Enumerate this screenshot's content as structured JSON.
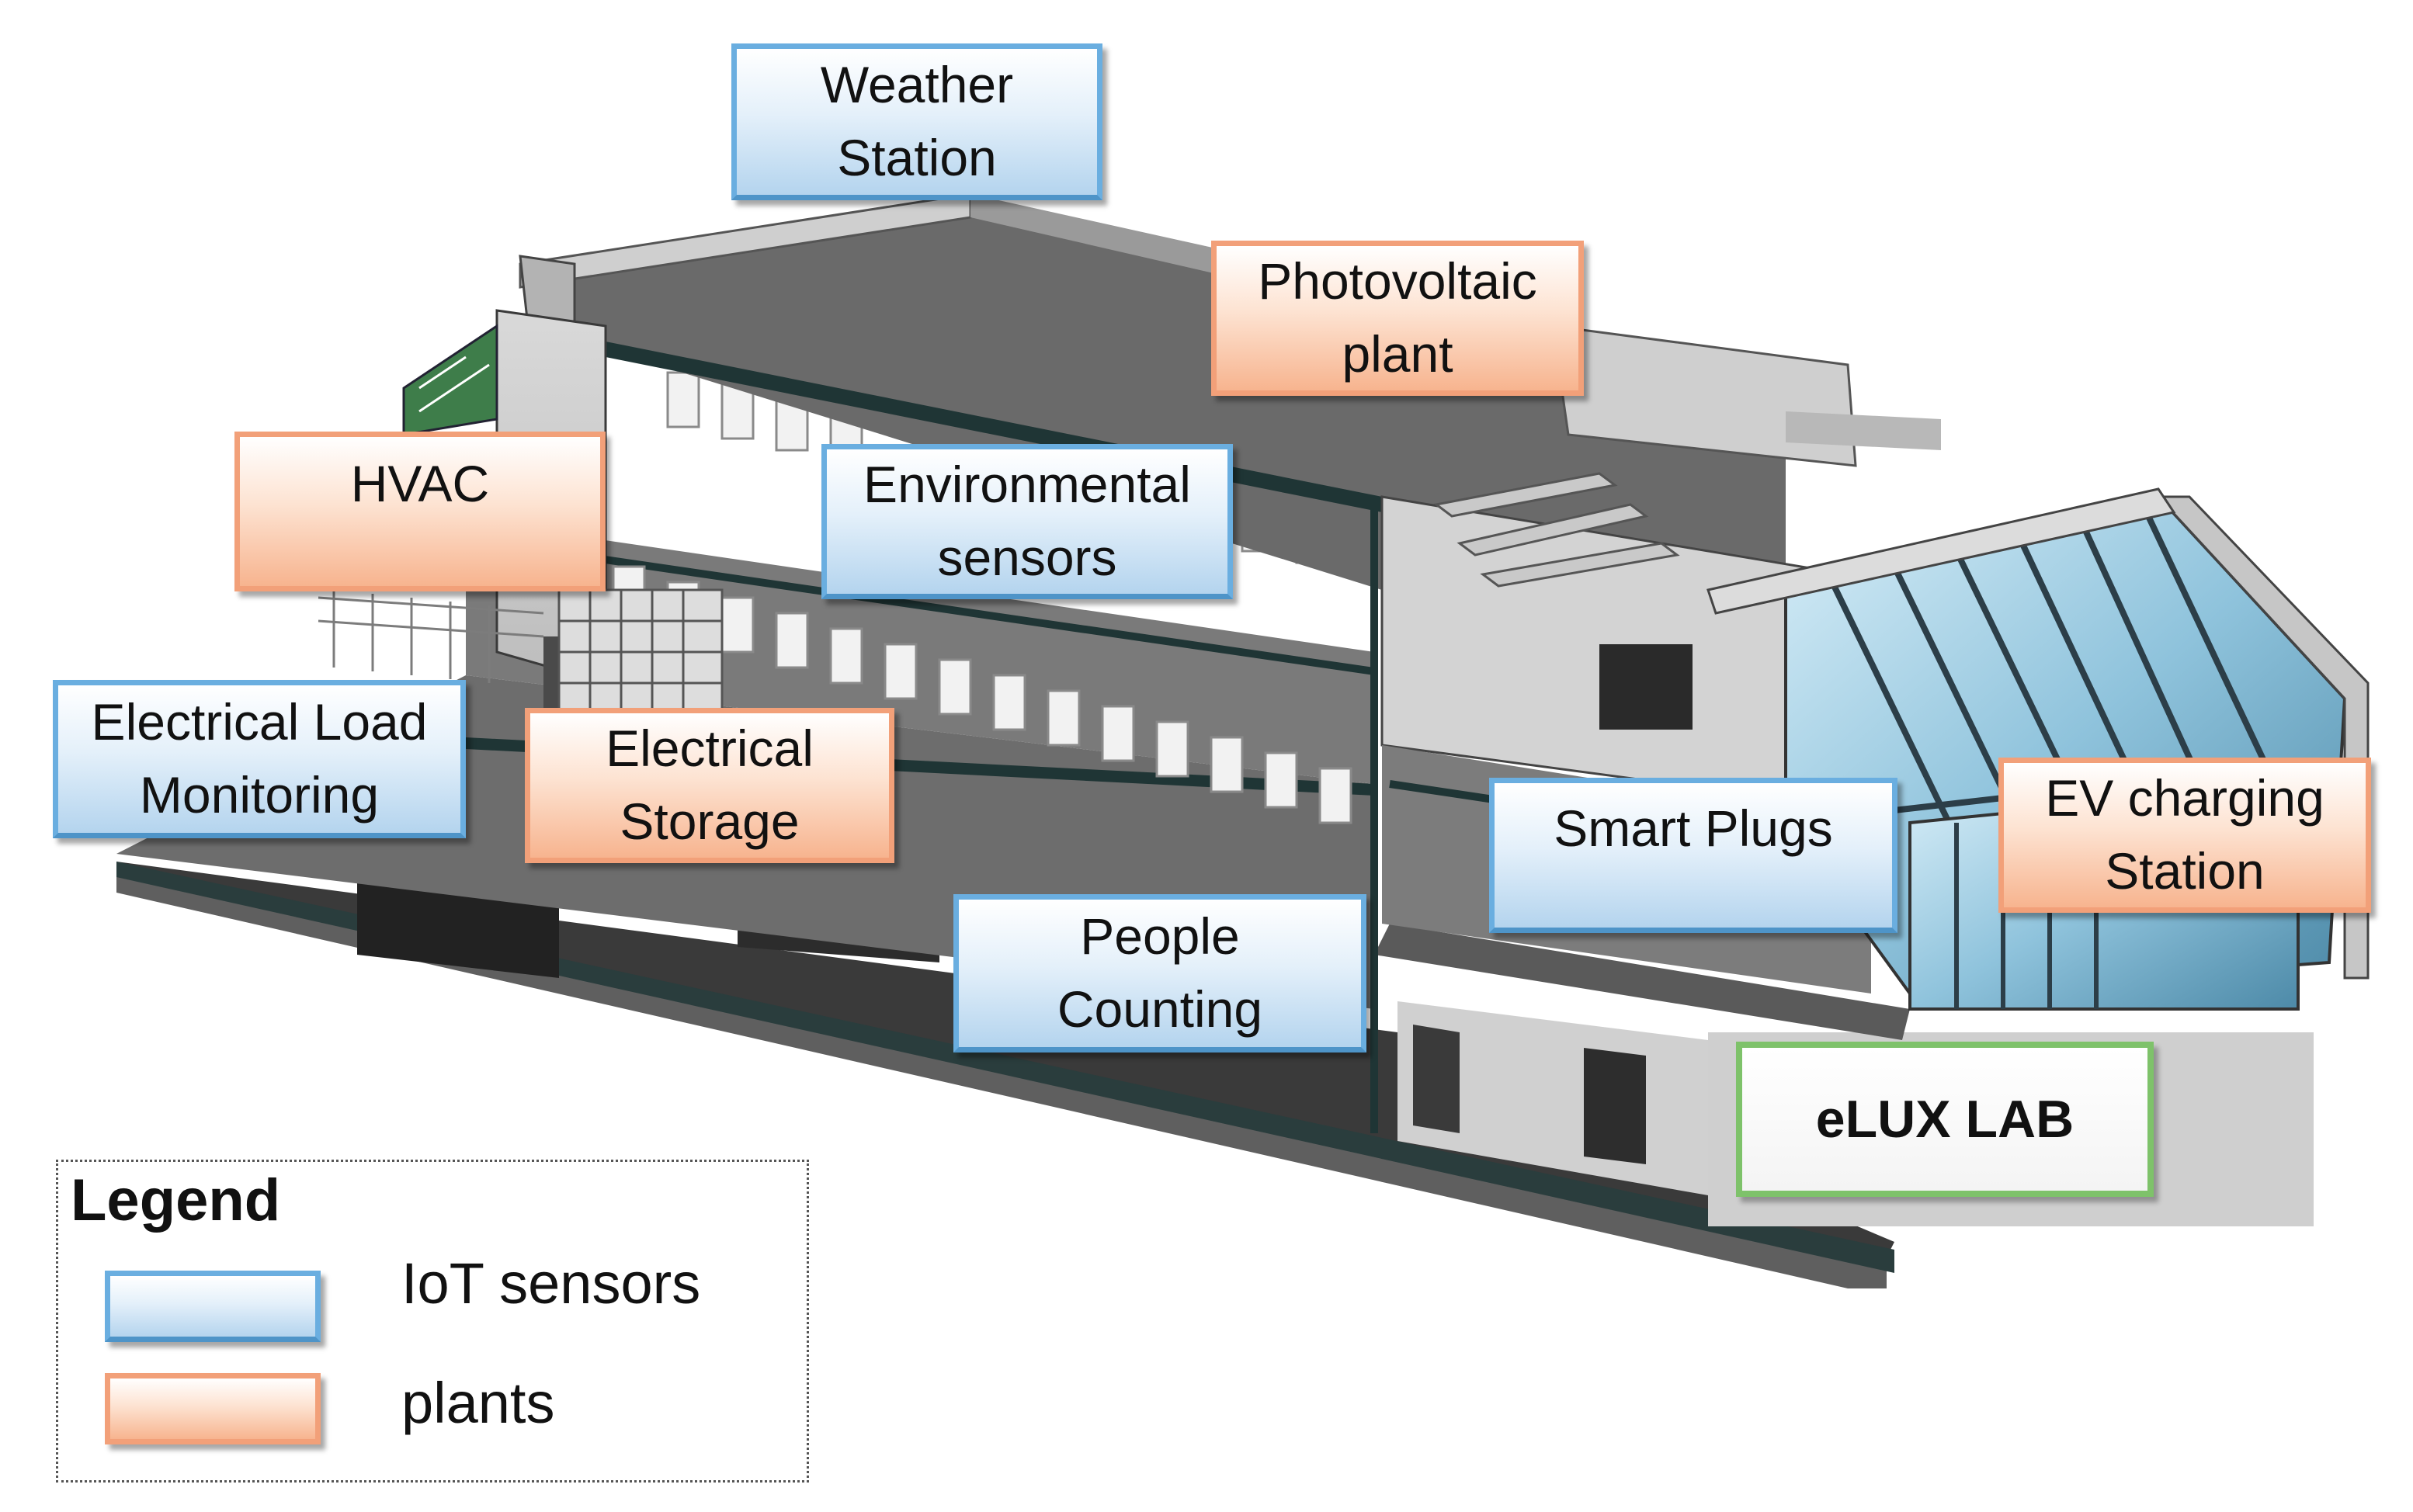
{
  "labels": {
    "weather_station": [
      "Weather",
      "Station"
    ],
    "photovoltaic": [
      "Photovoltaic",
      "plant"
    ],
    "hvac": [
      "HVAC"
    ],
    "environmental": [
      "Environmental",
      "sensors"
    ],
    "electrical_load": [
      "Electrical Load",
      "Monitoring"
    ],
    "electrical_storage": [
      "Electrical",
      "Storage"
    ],
    "smart_plugs": [
      "Smart Plugs"
    ],
    "ev_charging": [
      "EV charging",
      "Station"
    ],
    "people_counting": [
      "People",
      "Counting"
    ],
    "elux_lab": [
      "eLUX LAB"
    ]
  },
  "legend": {
    "title": "Legend",
    "items": [
      {
        "label": "IoT sensors",
        "type": "iot"
      },
      {
        "label": "plants",
        "type": "plant"
      }
    ]
  },
  "colors": {
    "iot_border": "#6aaee0",
    "plant_border": "#f2a079",
    "lab_border": "#7ec26a"
  }
}
